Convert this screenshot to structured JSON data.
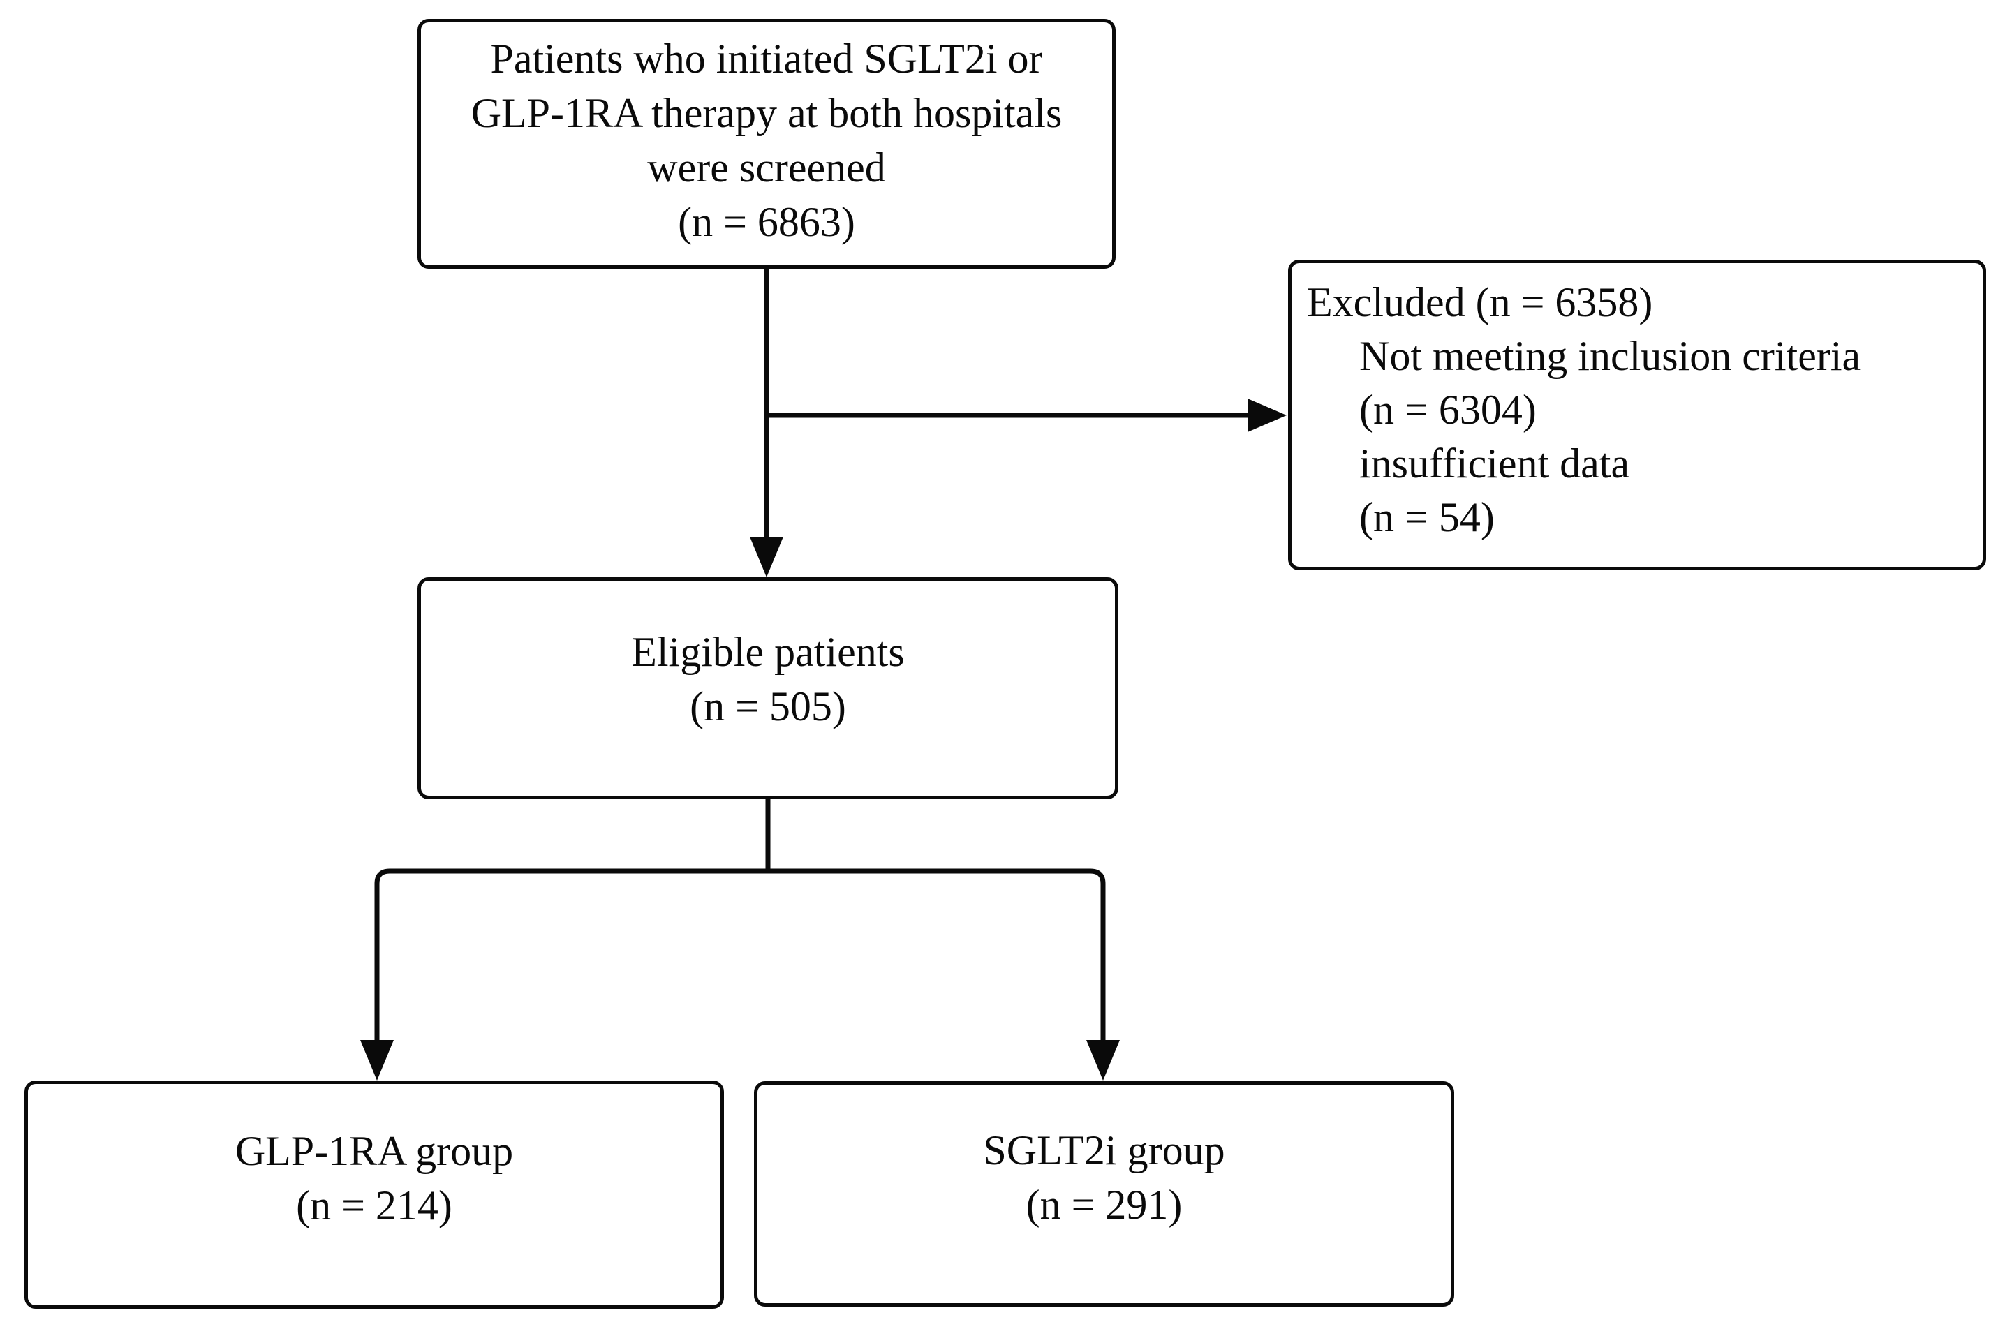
{
  "figure": {
    "type": "flow-diagram",
    "background_color": "#ffffff",
    "line_color": "#000000"
  },
  "boxes": {
    "screened": {
      "lines": [
        "Patients who initiated SGLT2i or",
        "GLP-1RA therapy at both hospitals",
        "were screened",
        "(n = 6863)"
      ],
      "n": 6863
    },
    "excluded": {
      "title": "Excluded (n = 6358)",
      "n": 6358,
      "items": [
        "Not meeting inclusion criteria",
        "(n = 6304)",
        "insufficient data",
        "(n = 54)"
      ]
    },
    "eligible": {
      "lines": [
        "Eligible patients",
        "(n = 505)"
      ],
      "n": 505
    },
    "glp1ra": {
      "lines": [
        "GLP-1RA group",
        "(n = 214)"
      ],
      "n": 214
    },
    "sglt2i": {
      "lines": [
        "SGLT2i group",
        "(n = 291)"
      ],
      "n": 291
    }
  }
}
